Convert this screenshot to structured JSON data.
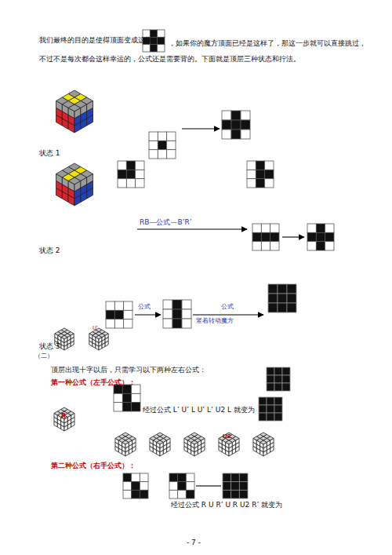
{
  "diagram": {
    "labels": [
      "我们最终的目的是使得顶面变成这样",
      "，如果你的魔方顶面已经是这样了，那这一步就可以直接跳过，不过不是每次都会这样幸运的，公式还是需要背的。下面就是顶层三种状态和拧法。",
      "状态 1",
      "状态 2",
      "RB—公式—B’R’",
      "公式",
      "竖着转动魔方",
      "公式",
      "状态 3",
      "（二）",
      "U'",
      "顶层出现十字以后，只需学习以下两种左右公式：",
      "第一种公式（左手公式）：",
      "R",
      "经过公式 L’ U’ L U’ L’ U2 L 就变为",
      "U2",
      "第二种公式（右手公式）：",
      "经过公式 R U R’ U R U2 R’ 就变为",
      "- 7 -"
    ]
  }
}
